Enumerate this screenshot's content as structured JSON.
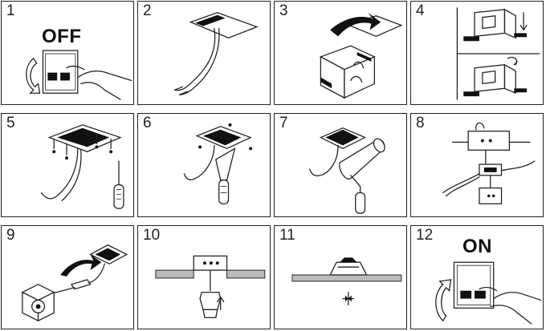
{
  "panels": [
    {
      "number": "1",
      "word": "OFF"
    },
    {
      "number": "2"
    },
    {
      "number": "3"
    },
    {
      "number": "4"
    },
    {
      "number": "5"
    },
    {
      "number": "6"
    },
    {
      "number": "7"
    },
    {
      "number": "8"
    },
    {
      "number": "9"
    },
    {
      "number": "10"
    },
    {
      "number": "11"
    },
    {
      "number": "12",
      "word": "ON"
    }
  ],
  "icons": [
    "switch-off",
    "cable-through-hole",
    "insert-housing",
    "spring-clips",
    "screw-mount",
    "trim-cut",
    "roller-paint",
    "wire-connection",
    "connect-housing",
    "lamp-insert",
    "lamp-fitted",
    "switch-on"
  ]
}
